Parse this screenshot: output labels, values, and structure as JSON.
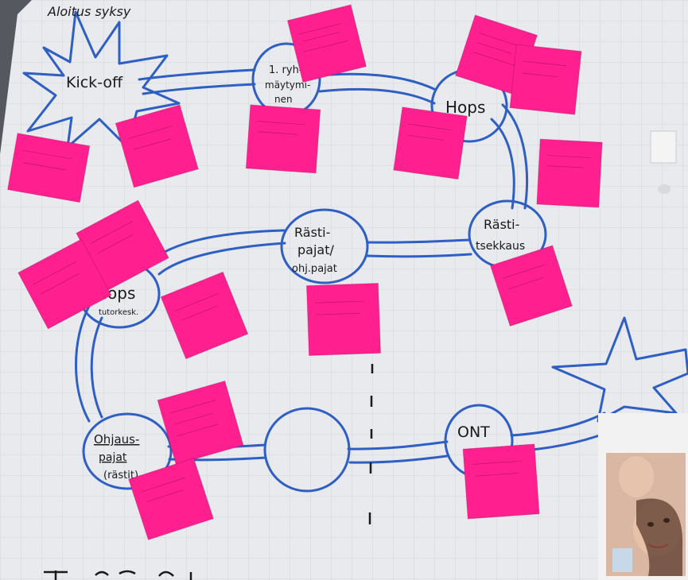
{
  "header": {
    "title": "Aloitus syksy"
  },
  "stations": {
    "kickoff": "Kick-off",
    "group_line1": "1. ryh-",
    "group_line2": "mäytymi-",
    "group_line3": "nen",
    "hops_top": "Hops",
    "rasti_left_line1": "Rästi-",
    "rasti_left_line2": "pajat/",
    "rasti_left_line3": "ohj.pajat",
    "rasti_right_line1": "Rästi-",
    "rasti_right_line2": "tsekkaus",
    "hops_left_line1": "Hops",
    "hops_left_line2": "tutorkesk.",
    "ohjaus_line1": "Ohjaus-",
    "ohjaus_line2": "pajat",
    "ohjaus_line3": "(rästit)",
    "ont": "ONT"
  },
  "colors": {
    "paper": "#e9ebee",
    "grid": "#cfd3d8",
    "road": "#2f5fc2",
    "sticky": "#ff1f8e",
    "ink": "#1a1a1a"
  }
}
